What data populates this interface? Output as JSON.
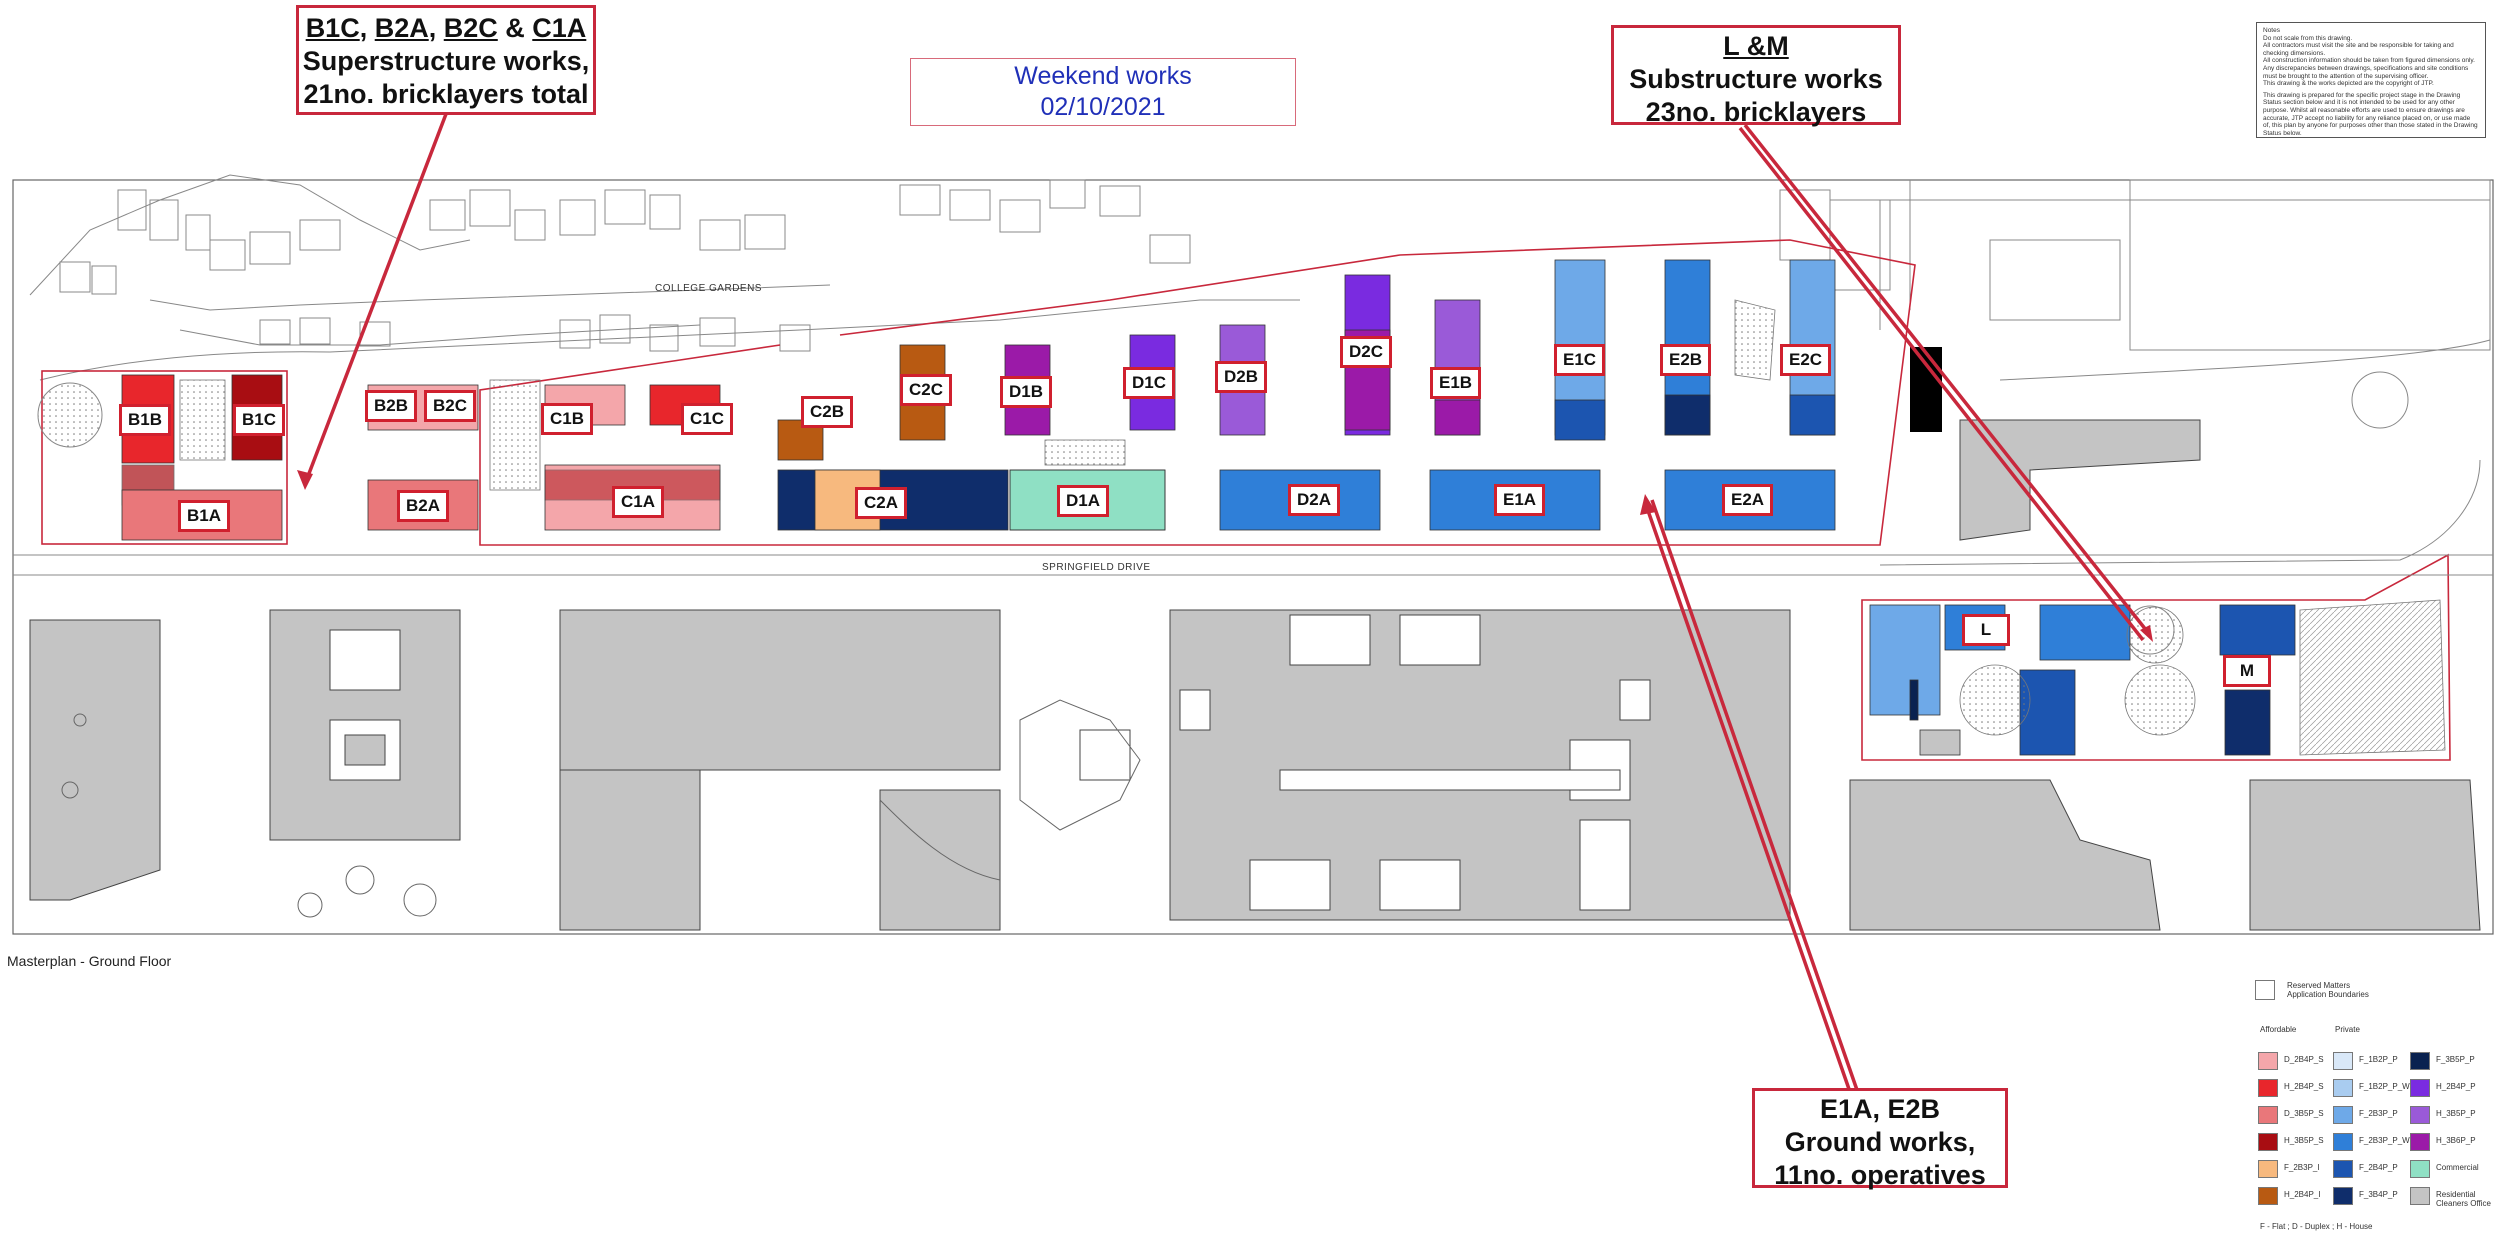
{
  "callouts": {
    "superstructure": {
      "line1_parts": [
        "B1C",
        ", ",
        "B2A",
        ", ",
        "B2C",
        " & ",
        "C1A"
      ],
      "line2": "Superstructure works,",
      "line3": "21no. bricklayers total"
    },
    "substructure": {
      "line1": "L &M",
      "line2": "Substructure works",
      "line3": "23no. bricklayers"
    },
    "groundworks": {
      "line1": "E1A, E2B",
      "line2": "Ground works,",
      "line3": "11no. operatives"
    }
  },
  "weekend": {
    "line1": "Weekend works",
    "line2": "02/10/2021"
  },
  "notes": {
    "title": "Notes",
    "lines": [
      "Do not scale from this drawing.",
      "All contractors must visit the site and be responsible for taking and checking dimensions.",
      "All construction information should be taken from figured dimensions only.",
      "Any discrepancies between drawings, specifications and site conditions must be brought to the attention of the supervising officer.",
      "This drawing & the works depicted are the copyright of JTP.",
      "This drawing is prepared for the specific project stage in the Drawing Status section below and it is not intended to be used for any other purpose. Whilst all reasonable efforts are used to ensure drawings are accurate, JTP accept no liability for any reliance placed on, or use made of, this plan by anyone for purposes other than those stated in the Drawing Status below."
    ]
  },
  "roads": {
    "college": "COLLEGE GARDENS",
    "springfield": "SPRINGFIELD DRIVE"
  },
  "masterplan_title": "Masterplan - Ground Floor",
  "block_tags": [
    "B1B",
    "B1C",
    "B2B",
    "B2C",
    "C1B",
    "C1C",
    "C2B",
    "C2C",
    "D1B",
    "D1C",
    "D2B",
    "D2C",
    "E1B",
    "E1C",
    "E2B",
    "E2C",
    "B1A",
    "B2A",
    "C1A",
    "C2A",
    "D1A",
    "D2A",
    "E1A",
    "E2A",
    "L",
    "M"
  ],
  "legend": {
    "boundary_label": "Reserved Matters Application Boundaries",
    "affordable_header": "Affordable",
    "private_header": "Private",
    "affordable": [
      {
        "label": "D_2B4P_S",
        "color": "#f4a6aa"
      },
      {
        "label": "H_2B4P_S",
        "color": "#e8262c"
      },
      {
        "label": "D_3B5P_S",
        "color": "#e9777a"
      },
      {
        "label": "H_3B5P_S",
        "color": "#a80d12"
      },
      {
        "label": "F_2B3P_I",
        "color": "#f7b97e"
      },
      {
        "label": "H_2B4P_I",
        "color": "#b85a12"
      }
    ],
    "private": [
      {
        "label": "F_1B2P_P",
        "color": "#d9e8f8"
      },
      {
        "label": "F_1B2P_P_W",
        "color": "#a9ccf0"
      },
      {
        "label": "F_2B3P_P",
        "color": "#6ea9e8"
      },
      {
        "label": "F_2B3P_P_W",
        "color": "#2f7fd8"
      },
      {
        "label": "F_2B4P_P",
        "color": "#1c55b0"
      },
      {
        "label": "F_3B4P_P",
        "color": "#0f2d6b"
      }
    ],
    "private2": [
      {
        "label": "F_3B5P_P",
        "color": "#0a2250"
      },
      {
        "label": "H_2B4P_P",
        "color": "#7a2be0"
      },
      {
        "label": "H_3B5P_P",
        "color": "#9a5ad8"
      },
      {
        "label": "H_3B6P_P",
        "color": "#9b1aa8"
      },
      {
        "label": "Commercial",
        "color": "#8fe0c4"
      },
      {
        "label": "Residential Cleaners Office",
        "color": "#c4c4c4"
      }
    ],
    "footnote": "F - Flat ; D - Duplex ; H - House"
  },
  "colors": {
    "callout_border": "#c8283c",
    "weekend_text": "#2030b8",
    "building_grey": "#c4c4c4"
  }
}
